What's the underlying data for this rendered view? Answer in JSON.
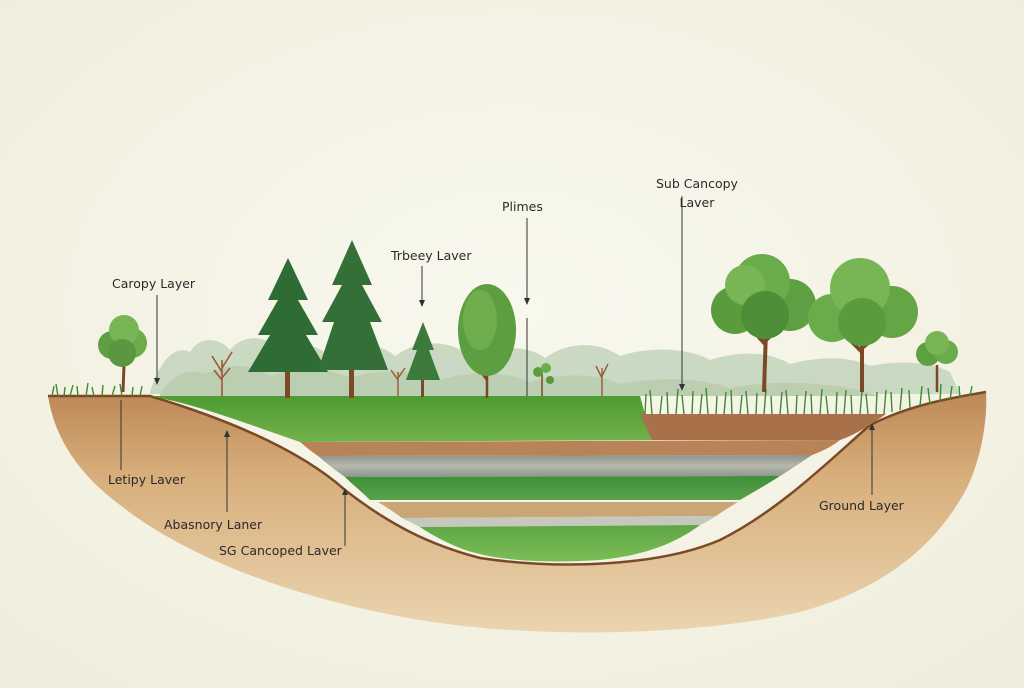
{
  "labels": {
    "canopy_layer": "Caropy Layer",
    "trbeey_layer": "Trbeey Laver",
    "plimes": "Plimes",
    "sub_canopy_line1": "Sub Cancopy",
    "sub_canopy_line2": "Laver",
    "letipy_layer": "Letipy Laver",
    "abasnory_layer": "Abasnory Laner",
    "sg_cancoped_layer": "SG Cancoped Laver",
    "ground_layer": "Ground Layer"
  },
  "colors": {
    "background": "#f6f5ea",
    "soil": "#c99a62",
    "soil_edge": "#7a4a26",
    "grass": "#5fa33e",
    "conifer": "#2f6b34",
    "deciduous": "#5e9d3f",
    "mist": "#b7cdb0",
    "gray_band": "#9fa49a",
    "sand_band": "#c9a676"
  }
}
